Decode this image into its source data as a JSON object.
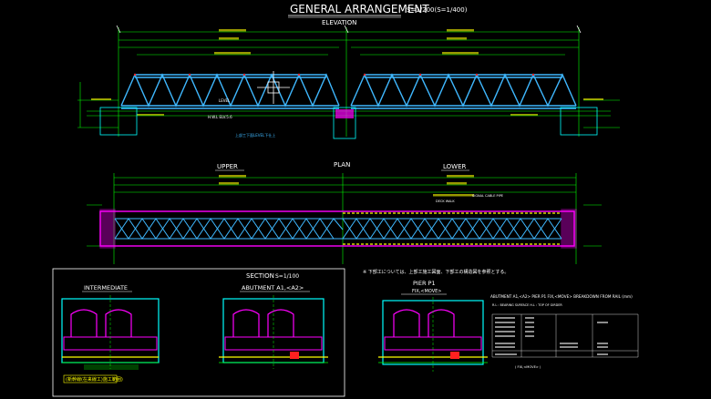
{
  "title": {
    "main": "GENERAL ARRANGEMENT",
    "scale": "S=1/200(S=1/400)"
  },
  "elevation": {
    "label": "ELEVATION",
    "level_label": "LEVEL",
    "pier_note": "上部工下面LEVEL下仕上",
    "water_note": "H.W.L ELV.5.6"
  },
  "plan": {
    "label": "PLAN",
    "upper_label": "UPPER",
    "lower_label": "LOWER",
    "deck_note": "DECK WALK",
    "cable_note": "SIGNAL CABLE PIPE"
  },
  "section": {
    "label": "SECTION",
    "scale": "S=1/100",
    "intermediate_label": "INTERMEDIATE",
    "abutment_label": "ABUTMENT A1,<A2>",
    "pier_label": "PIER P1",
    "pier_sub": "FIX,<MOVE>",
    "footer_note": "(新幹線(在来線工)施工範囲)"
  },
  "note": "※  下部工については、上部工施工図面、下部工の構造図を参照とする。",
  "table": {
    "title": "ABUTMENT A1,<A2> PIER P1 FIX,<MOVE> BREAKDOWN FROM RAIL (mm)",
    "subtitle": "R.L : BEARING SURFACE        H.L : TOP OF GIRDER",
    "footer": "( FIX,<MOVE> )"
  },
  "colors": {
    "background": "#000000",
    "truss": "#3fb8ff",
    "dimension": "#00ff00",
    "deck": "#ff00ff",
    "pier": "#00ffff",
    "label": "#ffffff",
    "accent": "#ffff00",
    "marker": "#ff2020"
  }
}
